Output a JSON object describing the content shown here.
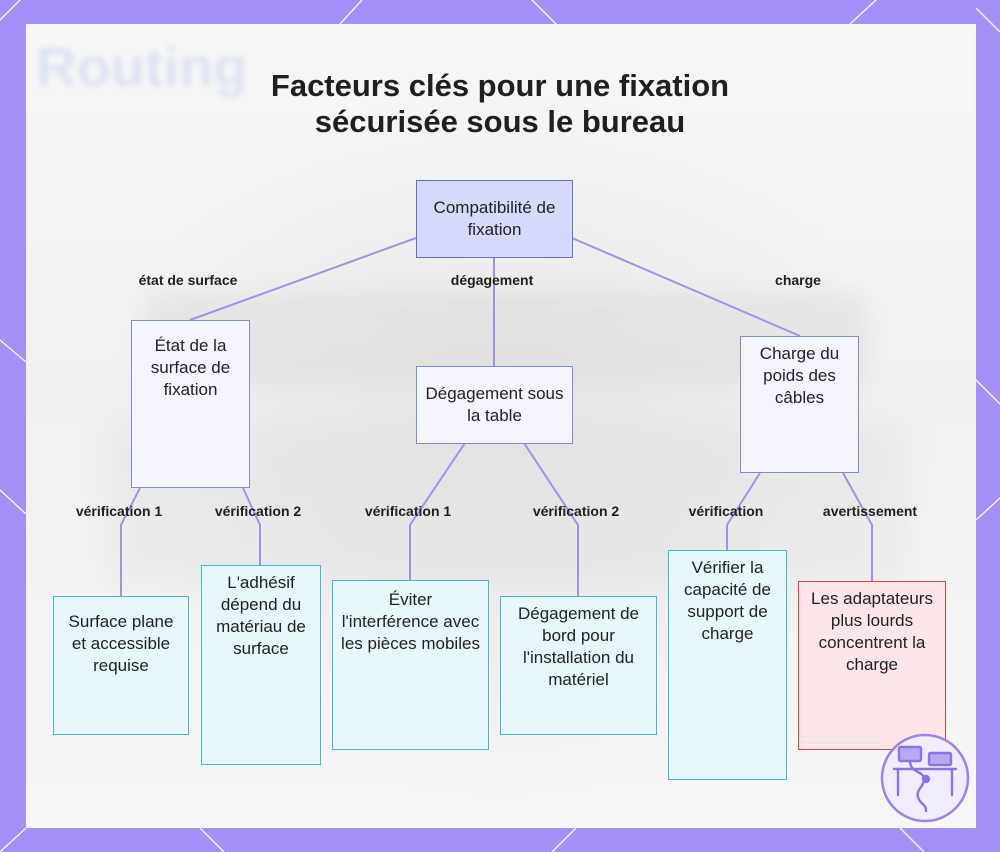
{
  "title": {
    "line1": "Facteurs clés pour une fixation",
    "line2": "sécurisée sous le bureau"
  },
  "nodes": {
    "root": "Compatibilité de fixation",
    "surface": "État de la surface de fixation",
    "clearance": "Dégagement sous la table",
    "weight": "Charge du poids des câbles",
    "leaf_flat": "Surface plane et accessible requise",
    "leaf_adhesive": "L'adhésif dépend du matériau de surface",
    "leaf_avoid": "Éviter l'interférence avec les pièces mobiles",
    "leaf_edge": "Dégagement de bord pour l'installation du matériel",
    "leaf_verify": "Vérifier la capacité de support de charge",
    "leaf_adapters": "Les adaptateurs plus lourds concentrent la charge"
  },
  "edge_labels": {
    "surface": "état de surface",
    "clearance": "dégagement",
    "weight": "charge",
    "surface_v1": "vérification 1",
    "surface_v2": "vérification 2",
    "clearance_v1": "vérification 1",
    "clearance_v2": "vérification 2",
    "weight_verify": "vérification",
    "weight_warn": "avertissement"
  },
  "colors": {
    "frame": "#a38ff5",
    "edge": "#a48fe6",
    "root_fill": "#d6d9fb",
    "leaf_border": "#48b8c8",
    "warning_border": "#d93f4c"
  },
  "icons": {
    "badge": "desk-cable-icon"
  }
}
